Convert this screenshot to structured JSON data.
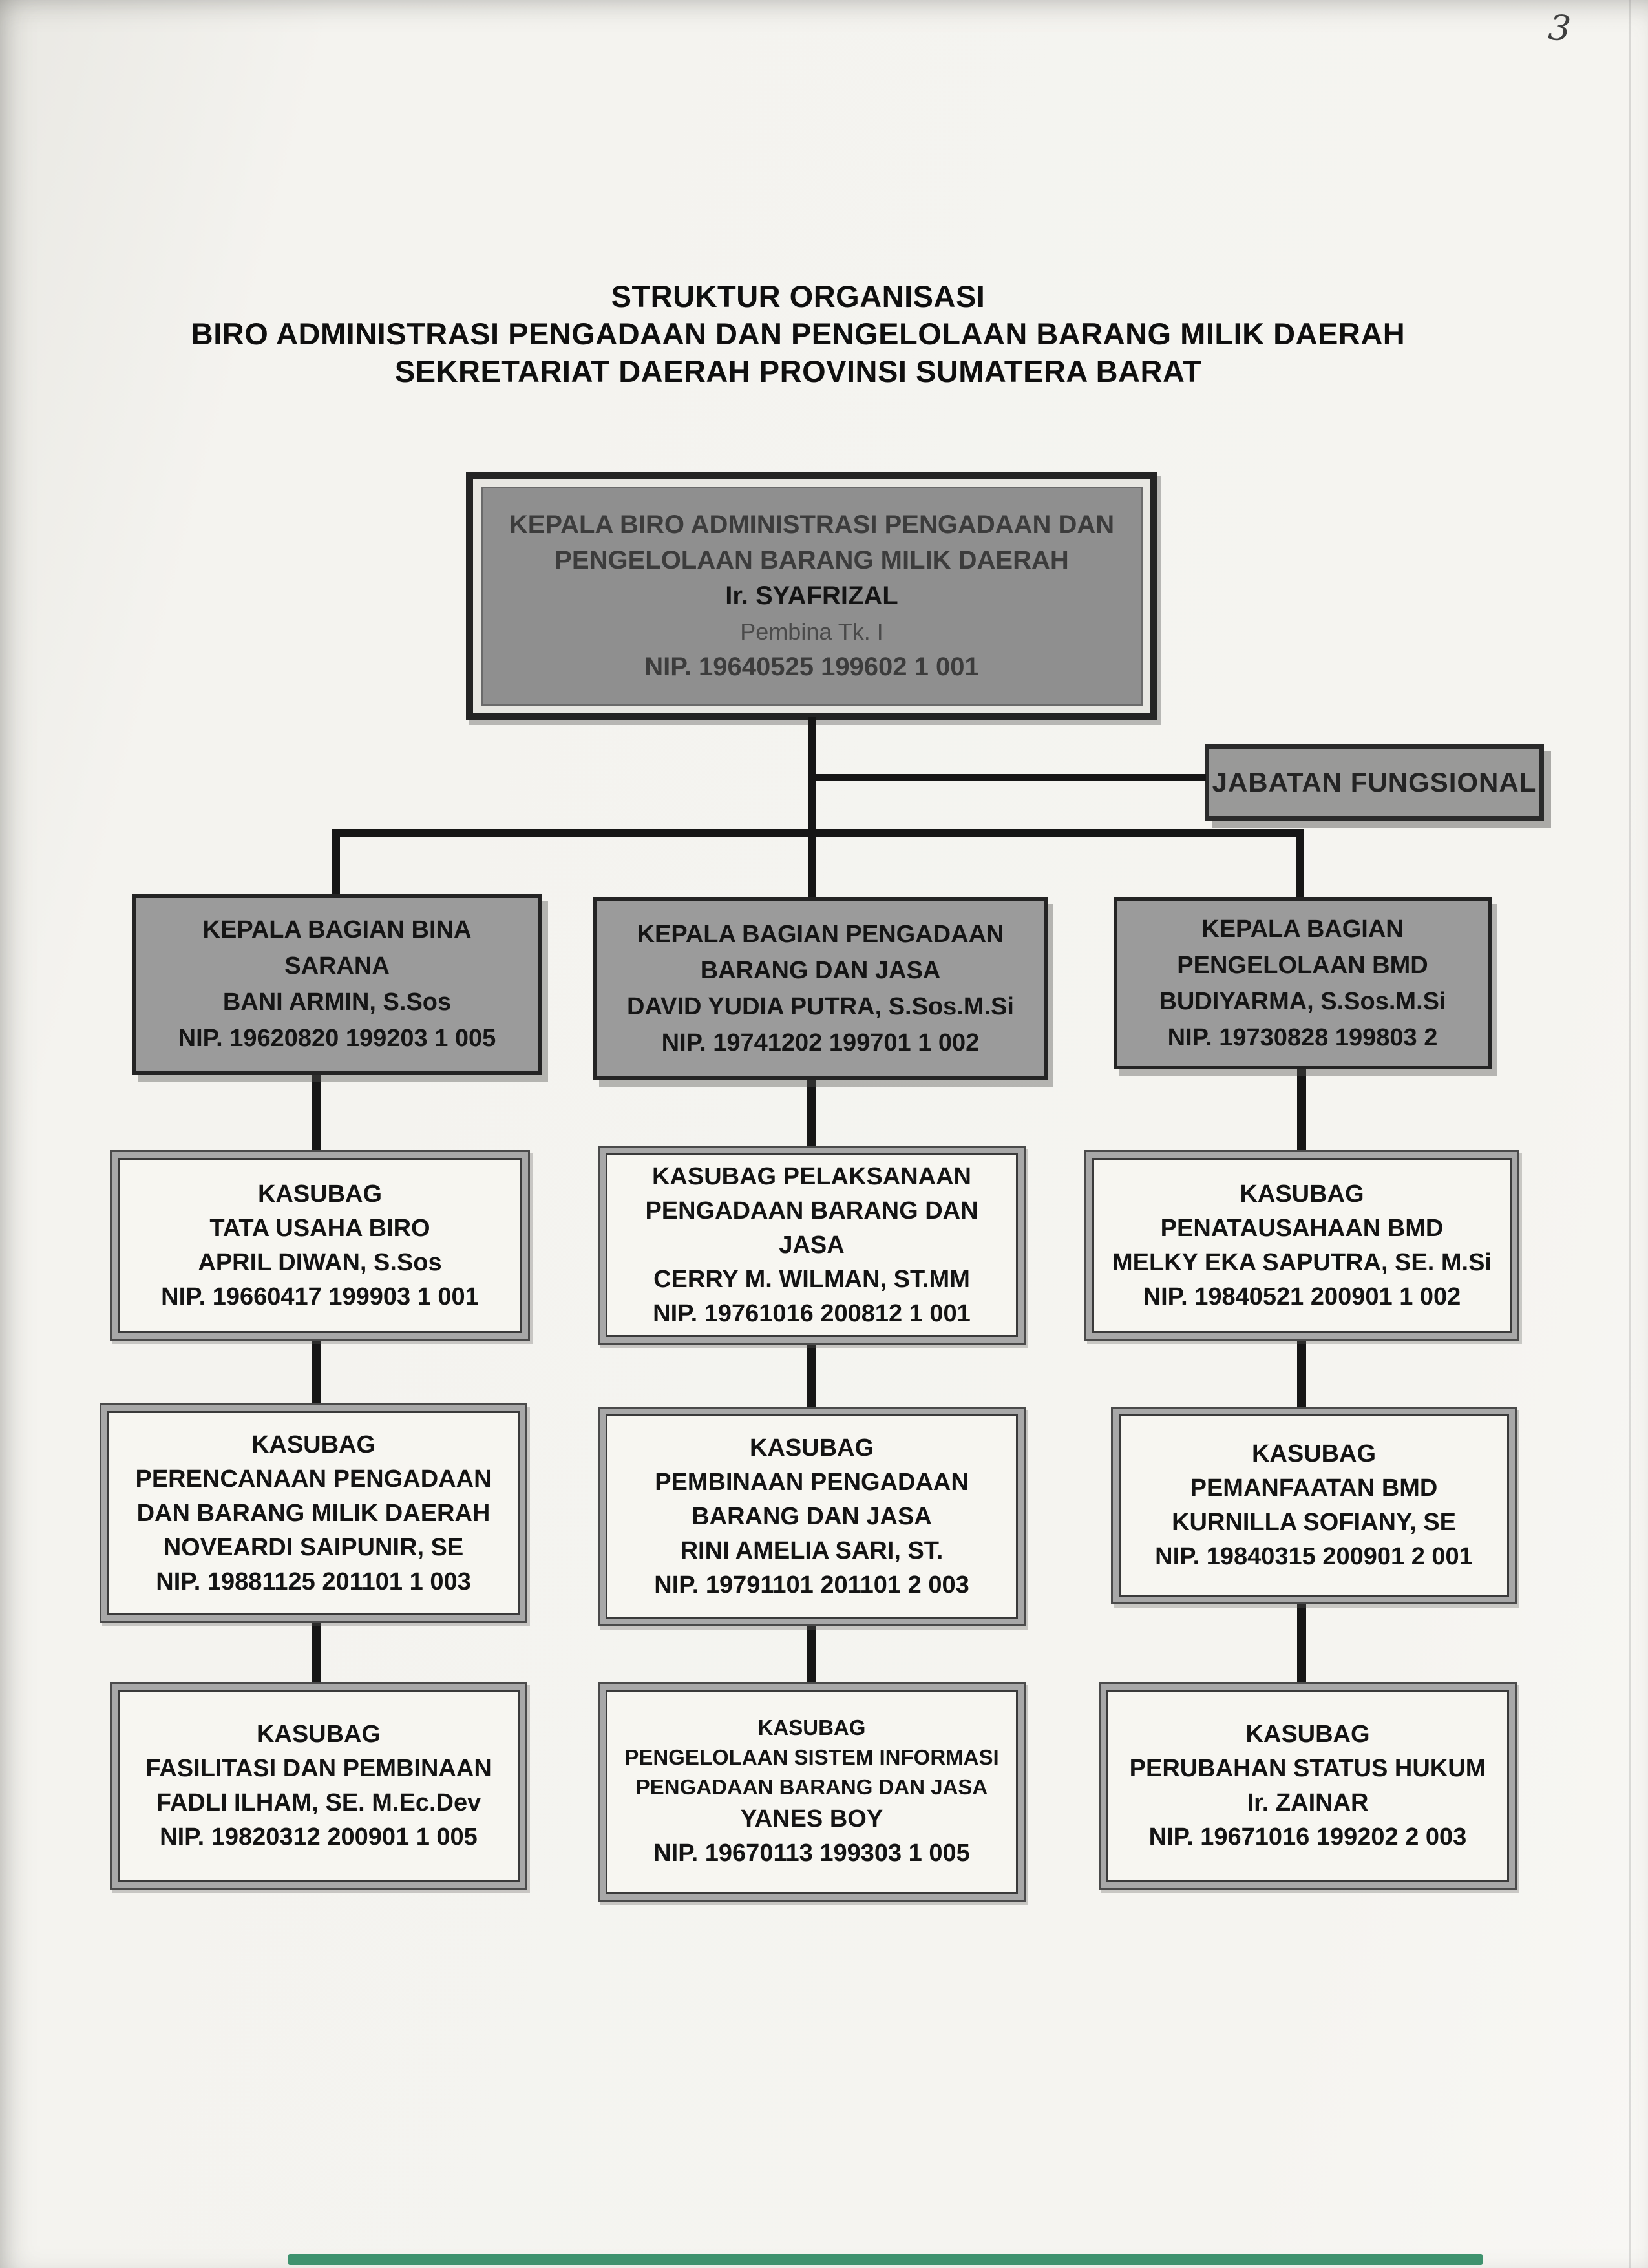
{
  "page": {
    "handwritten_number": "3"
  },
  "colors": {
    "paper": "#f4f3ef",
    "box_gray_fill": "#9b9b9b",
    "connector_black": "#161616",
    "bottom_strip_green": "#2f8a63"
  },
  "title": {
    "line1": "STRUKTUR ORGANISASI",
    "line2": "BIRO ADMINISTRASI PENGADAAN DAN PENGELOLAAN BARANG MILIK DAERAH",
    "line3": "SEKRETARIAT DAERAH PROVINSI SUMATERA BARAT"
  },
  "kepala_biro": {
    "lines": [
      {
        "text": "KEPALA BIRO ADMINISTRASI PENGADAAN DAN"
      },
      {
        "text": "PENGELOLAAN BARANG MILIK DAERAH"
      },
      {
        "text": "Ir. SYAFRIZAL",
        "bold": true
      },
      {
        "text": "Pembina Tk. I",
        "small": true
      },
      {
        "text": "NIP. 19640525 199602 1 001"
      }
    ]
  },
  "jabatan_fungsional": {
    "label": "JABATAN FUNGSIONAL"
  },
  "heads": [
    {
      "lines": [
        {
          "text": "KEPALA BAGIAN BINA"
        },
        {
          "text": "SARANA"
        },
        {
          "text": "BANI ARMIN, S.Sos",
          "bold": true
        },
        {
          "text": "NIP. 19620820 199203 1 005"
        }
      ]
    },
    {
      "lines": [
        {
          "text": "KEPALA BAGIAN PENGADAAN"
        },
        {
          "text": "BARANG DAN JASA"
        },
        {
          "text": "DAVID YUDIA PUTRA, S.Sos.M.Si",
          "bold": true
        },
        {
          "text": "NIP. 19741202 199701 1 002"
        }
      ]
    },
    {
      "lines": [
        {
          "text": "KEPALA BAGIAN"
        },
        {
          "text": "PENGELOLAAN BMD"
        },
        {
          "text": "BUDIYARMA, S.Sos.M.Si",
          "bold": true
        },
        {
          "text": "NIP. 19730828 199803 2"
        }
      ]
    }
  ],
  "kasubag": {
    "row1": [
      {
        "lines": [
          {
            "text": "KASUBAG"
          },
          {
            "text": "TATA USAHA BIRO"
          },
          {
            "text": "APRIL DIWAN, S.Sos",
            "bold": true
          },
          {
            "text": "NIP. 19660417 199903 1 001"
          }
        ]
      },
      {
        "lines": [
          {
            "text": "KASUBAG PELAKSANAAN"
          },
          {
            "text": "PENGADAAN BARANG DAN JASA"
          },
          {
            "text": "CERRY M. WILMAN, ST.MM",
            "bold": true
          },
          {
            "text": "NIP. 19761016 200812 1 001"
          }
        ]
      },
      {
        "lines": [
          {
            "text": "KASUBAG"
          },
          {
            "text": "PENATAUSAHAAN BMD"
          },
          {
            "text": "MELKY EKA SAPUTRA, SE. M.Si",
            "bold": true
          },
          {
            "text": "NIP. 19840521 200901 1 002"
          }
        ]
      }
    ],
    "row2": [
      {
        "lines": [
          {
            "text": "KASUBAG"
          },
          {
            "text": "PERENCANAAN PENGADAAN"
          },
          {
            "text": "DAN BARANG MILIK DAERAH"
          },
          {
            "text": "NOVEARDI SAIPUNIR, SE",
            "bold": true
          },
          {
            "text": "NIP. 19881125 201101 1 003"
          }
        ]
      },
      {
        "lines": [
          {
            "text": "KASUBAG"
          },
          {
            "text": "PEMBINAAN PENGADAAN"
          },
          {
            "text": "BARANG DAN JASA"
          },
          {
            "text": "RINI AMELIA SARI, ST.",
            "bold": true
          },
          {
            "text": "NIP. 19791101 201101 2 003"
          }
        ]
      },
      {
        "lines": [
          {
            "text": "KASUBAG"
          },
          {
            "text": "PEMANFAATAN BMD"
          },
          {
            "text": "KURNILLA SOFIANY, SE",
            "bold": true
          },
          {
            "text": "NIP. 19840315 200901 2 001"
          }
        ]
      }
    ],
    "row3": [
      {
        "lines": [
          {
            "text": "KASUBAG"
          },
          {
            "text": "FASILITASI DAN PEMBINAAN"
          },
          {
            "text": "FADLI ILHAM, SE. M.Ec.Dev",
            "bold": true
          },
          {
            "text": "NIP. 19820312 200901 1 005"
          }
        ]
      },
      {
        "lines": [
          {
            "text": "KASUBAG",
            "small": true
          },
          {
            "text": "PENGELOLAAN SISTEM INFORMASI",
            "small": true
          },
          {
            "text": "PENGADAAN BARANG DAN JASA",
            "small": true
          },
          {
            "text": "YANES BOY",
            "bold": true
          },
          {
            "text": "NIP. 19670113 199303 1 005"
          }
        ]
      },
      {
        "lines": [
          {
            "text": "KASUBAG"
          },
          {
            "text": "PERUBAHAN STATUS HUKUM"
          },
          {
            "text": "Ir. ZAINAR",
            "bold": true
          },
          {
            "text": "NIP. 19671016 199202 2 003"
          }
        ]
      }
    ]
  }
}
